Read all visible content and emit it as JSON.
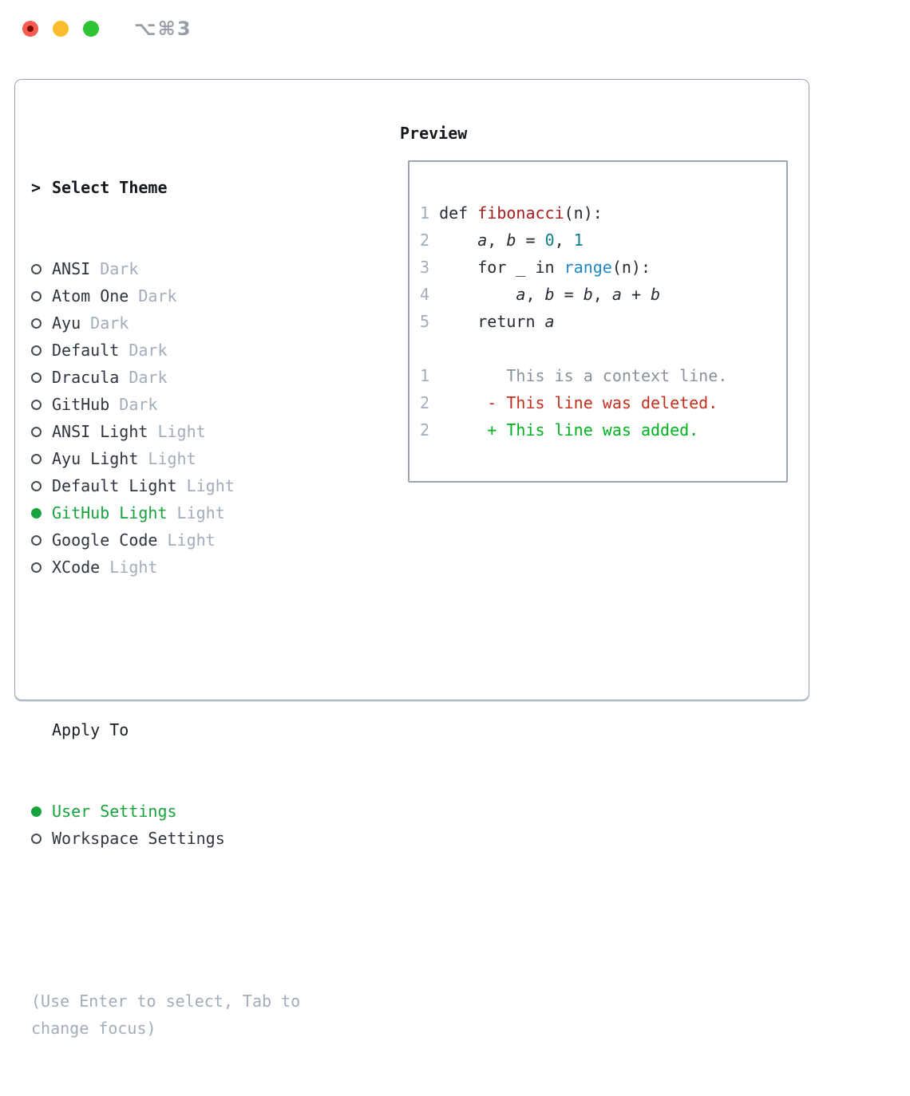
{
  "window": {
    "title": "⌥⌘3",
    "traffic_lights": [
      "close-button",
      "minimize-button",
      "zoom-button"
    ]
  },
  "theme_selector": {
    "prompt": ">",
    "header": "Select Theme",
    "items": [
      {
        "name": "ANSI",
        "variant": "Dark",
        "selected": false
      },
      {
        "name": "Atom One",
        "variant": "Dark",
        "selected": false
      },
      {
        "name": "Ayu",
        "variant": "Dark",
        "selected": false
      },
      {
        "name": "Default",
        "variant": "Dark",
        "selected": false
      },
      {
        "name": "Dracula",
        "variant": "Dark",
        "selected": false
      },
      {
        "name": "GitHub",
        "variant": "Dark",
        "selected": false
      },
      {
        "name": "ANSI Light",
        "variant": "Light",
        "selected": false
      },
      {
        "name": "Ayu Light",
        "variant": "Light",
        "selected": false
      },
      {
        "name": "Default Light",
        "variant": "Light",
        "selected": false
      },
      {
        "name": "GitHub Light",
        "variant": "Light",
        "selected": true
      },
      {
        "name": "Google Code",
        "variant": "Light",
        "selected": false
      },
      {
        "name": "XCode",
        "variant": "Light",
        "selected": false
      }
    ]
  },
  "apply_to": {
    "header": "Apply To",
    "items": [
      {
        "name": "User Settings",
        "selected": true
      },
      {
        "name": "Workspace Settings",
        "selected": false
      }
    ]
  },
  "hint": "(Use Enter to select, Tab to change focus)",
  "preview": {
    "header": "Preview",
    "code_lines": [
      {
        "num": "1",
        "segs": [
          {
            "t": "def ",
            "c": "d"
          },
          {
            "t": "fibonacci",
            "c": "fn"
          },
          {
            "t": "(n):",
            "c": "d"
          }
        ]
      },
      {
        "num": "2",
        "segs": [
          {
            "t": "    ",
            "c": "d"
          },
          {
            "t": "a",
            "c": "v"
          },
          {
            "t": ", ",
            "c": "d"
          },
          {
            "t": "b",
            "c": "v"
          },
          {
            "t": " = ",
            "c": "d"
          },
          {
            "t": "0",
            "c": "n"
          },
          {
            "t": ", ",
            "c": "d"
          },
          {
            "t": "1",
            "c": "n"
          }
        ]
      },
      {
        "num": "3",
        "segs": [
          {
            "t": "    for _ in ",
            "c": "d"
          },
          {
            "t": "range",
            "c": "c"
          },
          {
            "t": "(n):",
            "c": "d"
          }
        ]
      },
      {
        "num": "4",
        "segs": [
          {
            "t": "        ",
            "c": "d"
          },
          {
            "t": "a",
            "c": "v"
          },
          {
            "t": ", ",
            "c": "d"
          },
          {
            "t": "b",
            "c": "v"
          },
          {
            "t": " = ",
            "c": "d"
          },
          {
            "t": "b",
            "c": "v"
          },
          {
            "t": ", ",
            "c": "d"
          },
          {
            "t": "a",
            "c": "v"
          },
          {
            "t": " + ",
            "c": "d"
          },
          {
            "t": "b",
            "c": "v"
          }
        ]
      },
      {
        "num": "5",
        "segs": [
          {
            "t": "    return ",
            "c": "d"
          },
          {
            "t": "a",
            "c": "v"
          }
        ]
      },
      {
        "num": "",
        "segs": []
      },
      {
        "num": "1",
        "segs": [
          {
            "t": "       This is a context line.",
            "c": "ctx"
          }
        ]
      },
      {
        "num": "2",
        "segs": [
          {
            "t": "     - This line was deleted.",
            "c": "del"
          }
        ]
      },
      {
        "num": "2",
        "segs": [
          {
            "t": "     + This line was added.",
            "c": "add"
          }
        ]
      }
    ]
  },
  "colors": {
    "selected_green": "#19a23d",
    "added_green": "#00b220",
    "deleted_red": "#c3301f",
    "function_red": "#a51d1d",
    "number_teal": "#0d7e8a",
    "call_blue": "#2087c8",
    "muted_gray": "#a2acba",
    "border_gray": "#9aa4b2",
    "traffic_red": "#f75b52",
    "traffic_yellow": "#fbbd2d",
    "traffic_green": "#2ec434"
  }
}
